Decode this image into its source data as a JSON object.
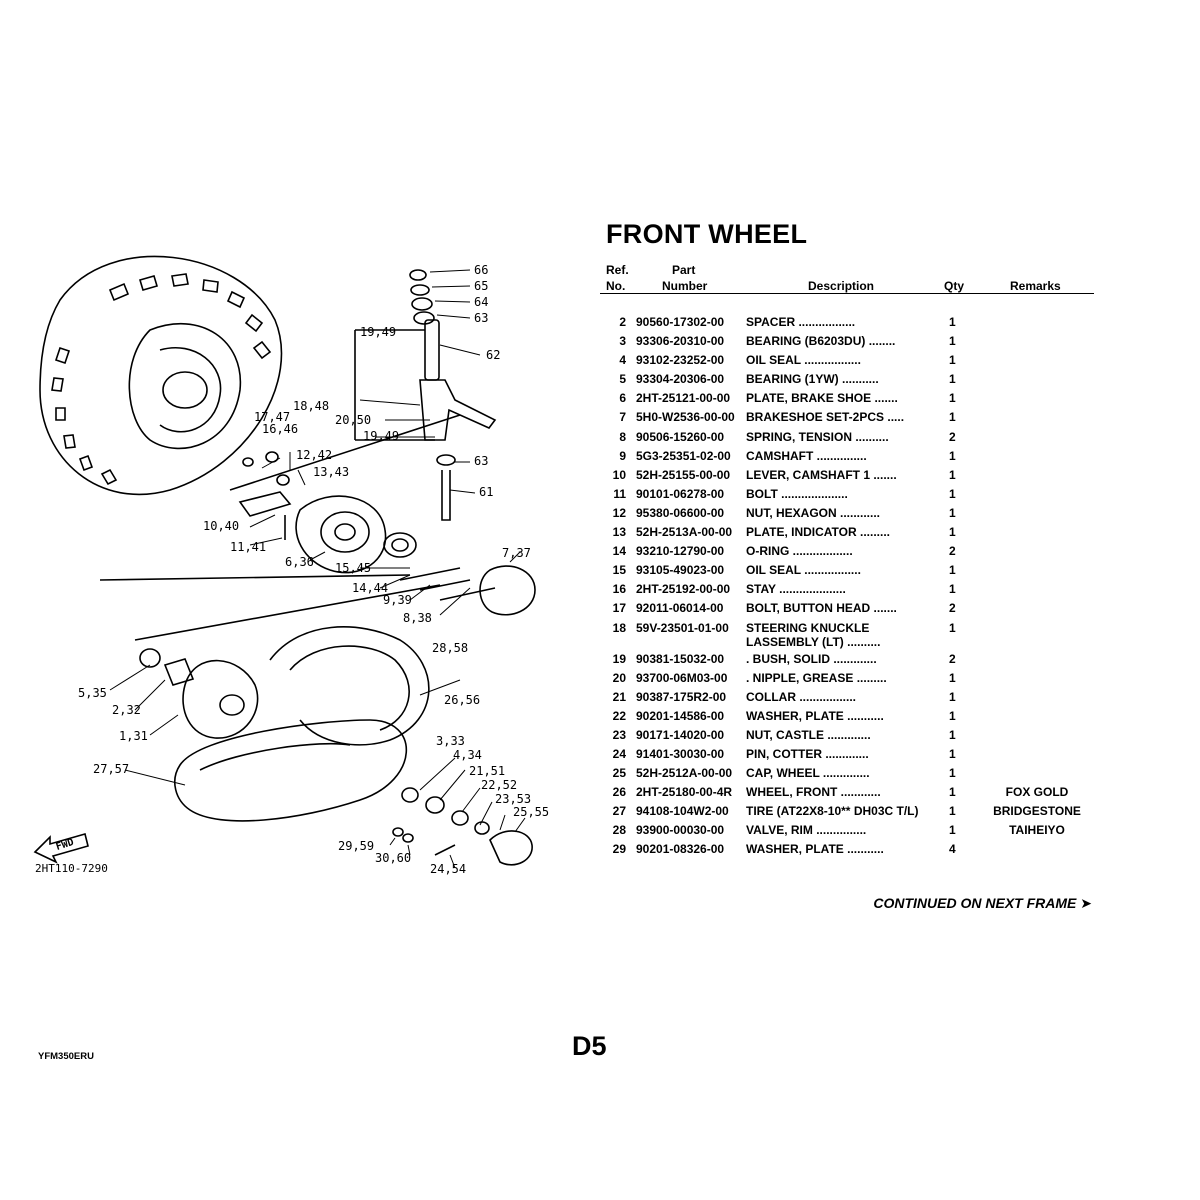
{
  "page": {
    "title": "FRONT WHEEL",
    "continued": "CONTINUED ON NEXT FRAME ➤",
    "page_label": "D5",
    "model_code": "YFM350ERU"
  },
  "table_header": {
    "ref": "Ref.",
    "no": "No.",
    "part": "Part",
    "number": "Number",
    "description": "Description",
    "qty": "Qty",
    "remarks": "Remarks"
  },
  "parts": [
    {
      "ref": "2",
      "number": "90560-17302-00",
      "description": "SPACER .................",
      "qty": "1",
      "remarks": ""
    },
    {
      "ref": "3",
      "number": "93306-20310-00",
      "description": "BEARING (B6203DU) ........",
      "qty": "1",
      "remarks": ""
    },
    {
      "ref": "4",
      "number": "93102-23252-00",
      "description": "OIL SEAL .................",
      "qty": "1",
      "remarks": ""
    },
    {
      "ref": "5",
      "number": "93304-20306-00",
      "description": "BEARING (1YW) ...........",
      "qty": "1",
      "remarks": ""
    },
    {
      "ref": "6",
      "number": "2HT-25121-00-00",
      "description": "PLATE, BRAKE SHOE .......",
      "qty": "1",
      "remarks": ""
    },
    {
      "ref": "7",
      "number": "5H0-W2536-00-00",
      "description": "BRAKESHOE SET-2PCS .....",
      "qty": "1",
      "remarks": ""
    },
    {
      "ref": "8",
      "number": "90506-15260-00",
      "description": "SPRING, TENSION ..........",
      "qty": "2",
      "remarks": ""
    },
    {
      "ref": "9",
      "number": "5G3-25351-02-00",
      "description": "CAMSHAFT ...............",
      "qty": "1",
      "remarks": ""
    },
    {
      "ref": "10",
      "number": "52H-25155-00-00",
      "description": "LEVER, CAMSHAFT 1 .......",
      "qty": "1",
      "remarks": ""
    },
    {
      "ref": "11",
      "number": "90101-06278-00",
      "description": "BOLT ....................",
      "qty": "1",
      "remarks": ""
    },
    {
      "ref": "12",
      "number": "95380-06600-00",
      "description": "NUT, HEXAGON ............",
      "qty": "1",
      "remarks": ""
    },
    {
      "ref": "13",
      "number": "52H-2513A-00-00",
      "description": "PLATE, INDICATOR .........",
      "qty": "1",
      "remarks": ""
    },
    {
      "ref": "14",
      "number": "93210-12790-00",
      "description": "O-RING ..................",
      "qty": "2",
      "remarks": ""
    },
    {
      "ref": "15",
      "number": "93105-49023-00",
      "description": "OIL SEAL .................",
      "qty": "1",
      "remarks": ""
    },
    {
      "ref": "16",
      "number": "2HT-25192-00-00",
      "description": "STAY ....................",
      "qty": "1",
      "remarks": ""
    },
    {
      "ref": "17",
      "number": "92011-06014-00",
      "description": "BOLT, BUTTON HEAD .......",
      "qty": "2",
      "remarks": ""
    },
    {
      "ref": "18",
      "number": "59V-23501-01-00",
      "description": "STEERING KNUCKLE\nLASSEMBLY (LT) ..........",
      "qty": "1",
      "remarks": ""
    },
    {
      "ref": "19",
      "number": "90381-15032-00",
      "description": ". BUSH, SOLID .............",
      "qty": "2",
      "remarks": ""
    },
    {
      "ref": "20",
      "number": "93700-06M03-00",
      "description": ". NIPPLE, GREASE .........",
      "qty": "1",
      "remarks": ""
    },
    {
      "ref": "21",
      "number": "90387-175R2-00",
      "description": "COLLAR .................",
      "qty": "1",
      "remarks": ""
    },
    {
      "ref": "22",
      "number": "90201-14586-00",
      "description": "WASHER, PLATE ...........",
      "qty": "1",
      "remarks": ""
    },
    {
      "ref": "23",
      "number": "90171-14020-00",
      "description": "NUT, CASTLE .............",
      "qty": "1",
      "remarks": ""
    },
    {
      "ref": "24",
      "number": "91401-30030-00",
      "description": "PIN, COTTER .............",
      "qty": "1",
      "remarks": ""
    },
    {
      "ref": "25",
      "number": "52H-2512A-00-00",
      "description": "CAP, WHEEL ..............",
      "qty": "1",
      "remarks": ""
    },
    {
      "ref": "26",
      "number": "2HT-25180-00-4R",
      "description": "WHEEL, FRONT ............",
      "qty": "1",
      "remarks": "FOX GOLD"
    },
    {
      "ref": "27",
      "number": "94108-104W2-00",
      "description": "TIRE (AT22X8-10** DH03C T/L)",
      "qty": "1",
      "remarks": "BRIDGESTONE"
    },
    {
      "ref": "28",
      "number": "93900-00030-00",
      "description": "VALVE, RIM ...............",
      "qty": "1",
      "remarks": "TAIHEIYO"
    },
    {
      "ref": "29",
      "number": "90201-08326-00",
      "description": "WASHER, PLATE ...........",
      "qty": "4",
      "remarks": ""
    }
  ],
  "diagram": {
    "drawing_code": "2HT110-7290",
    "fwd_label": "FWD",
    "callouts": [
      "66",
      "65",
      "64",
      "63",
      "62",
      "19,49",
      "18,48",
      "20,50",
      "19,49",
      "17,47",
      "16,46",
      "12,42",
      "13,43",
      "63",
      "61",
      "10,40",
      "11,41",
      "6,36",
      "15,45",
      "14,44",
      "9,39",
      "7,37",
      "8,38",
      "28,58",
      "26,56",
      "5,35",
      "2,32",
      "1,31",
      "3,33",
      "4,34",
      "21,51",
      "22,52",
      "23,53",
      "25,55",
      "27,57",
      "29,59",
      "30,60",
      "24,54"
    ]
  }
}
